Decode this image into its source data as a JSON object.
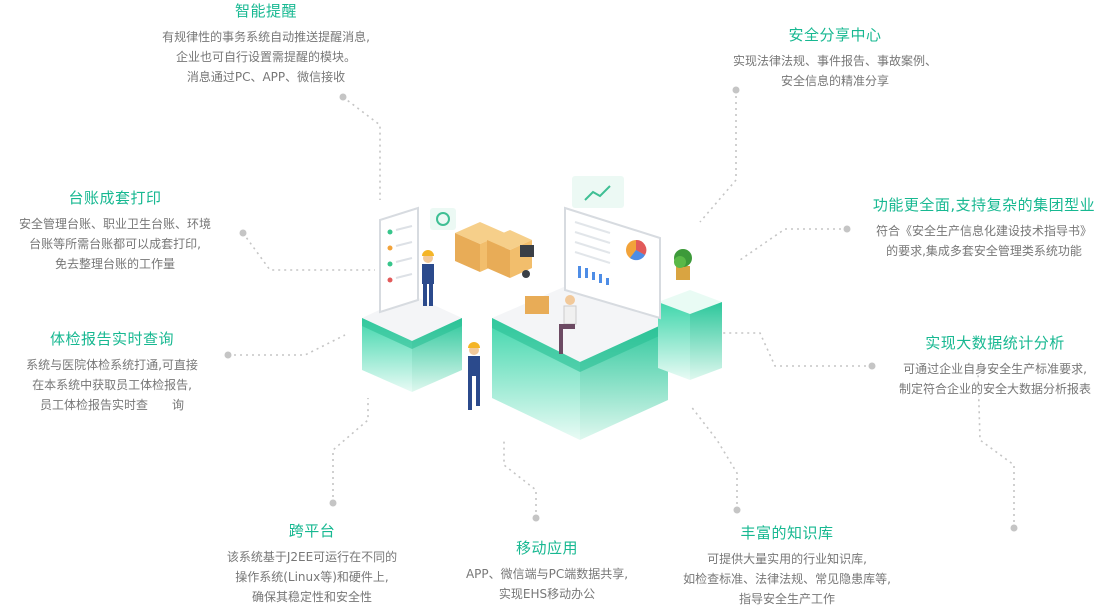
{
  "features": [
    {
      "id": "smart-reminder",
      "title": "智能提醒",
      "lines": [
        "有规律性的事务系统自动推送提醒消息,",
        "企业也可自行设置需提醒的模块。",
        "消息通过PC、APP、微信接收"
      ]
    },
    {
      "id": "ledger-print",
      "title": "台账成套打印",
      "lines": [
        "安全管理台账、职业卫生台账、环境",
        "台账等所需台账都可以成套打印,",
        "免去整理台账的工作量"
      ]
    },
    {
      "id": "health-report",
      "title": "体检报告实时查询",
      "lines": [
        "系统与医院体检系统打通,可直接",
        "在本系统中获取员工体检报告,",
        "员工体检报告实时查　　询"
      ]
    },
    {
      "id": "cross-platform",
      "title": "跨平台",
      "lines": [
        "该系统基于J2EE可运行在不同的",
        "操作系统(Linux等)和硬件上,",
        "确保其稳定性和安全性"
      ]
    },
    {
      "id": "mobile-app",
      "title": "移动应用",
      "lines": [
        "APP、微信端与PC端数据共享,",
        "实现EHS移动办公"
      ]
    },
    {
      "id": "knowledge-base",
      "title": "丰富的知识库",
      "lines": [
        "可提供大量实用的行业知识库,",
        "如检查标准、法律法规、常见隐患库等,",
        "指导安全生产工作"
      ]
    },
    {
      "id": "big-data",
      "title": "实现大数据统计分析",
      "lines": [
        "可通过企业自身安全生产标准要求,",
        "制定符合企业的安全大数据分析报表"
      ]
    },
    {
      "id": "group-type",
      "title": "功能更全面,支持复杂的集团型业",
      "lines": [
        "符合《安全生产信息化建设技术指导书》",
        "的要求,集成多套安全管理类系统功能"
      ]
    },
    {
      "id": "safety-share",
      "title": "安全分享中心",
      "lines": [
        "实现法律法规、事件报告、事故案例、",
        "安全信息的精准分享"
      ]
    }
  ],
  "colors": {
    "accent": "#17b891",
    "text": "#777777",
    "line": "#c9c9c9"
  }
}
